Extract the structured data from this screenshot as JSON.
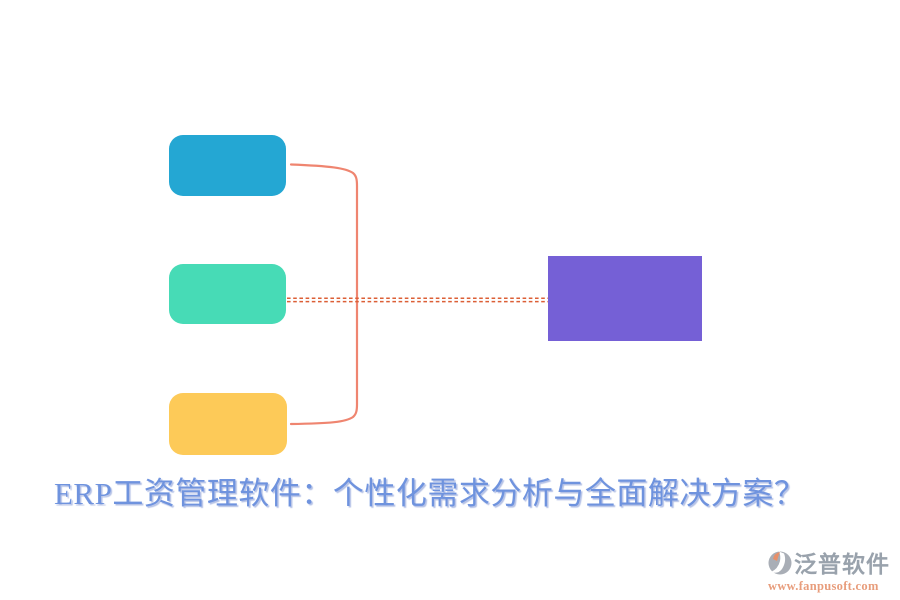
{
  "title": {
    "text": "ERP工资管理软件：个性化需求分析与全面解决方案？",
    "color": "#6f93de"
  },
  "diagram": {
    "nodes": [
      {
        "id": "top-option",
        "color": "#24a7d3"
      },
      {
        "id": "middle-option",
        "color": "#47dbb6"
      },
      {
        "id": "bottom-option",
        "color": "#fdca58"
      },
      {
        "id": "result-block",
        "color": "#7560d6"
      }
    ],
    "bracket_color": "#ef8570",
    "dashed_color": "#dc5f36"
  },
  "branding": {
    "name": "泛普软件",
    "url": "www.fanpusoft.com",
    "name_color": "#99a2ac",
    "url_color": "#e89d7c",
    "mark_gray": "#a9aeb6",
    "mark_orange": "#e8906a"
  }
}
